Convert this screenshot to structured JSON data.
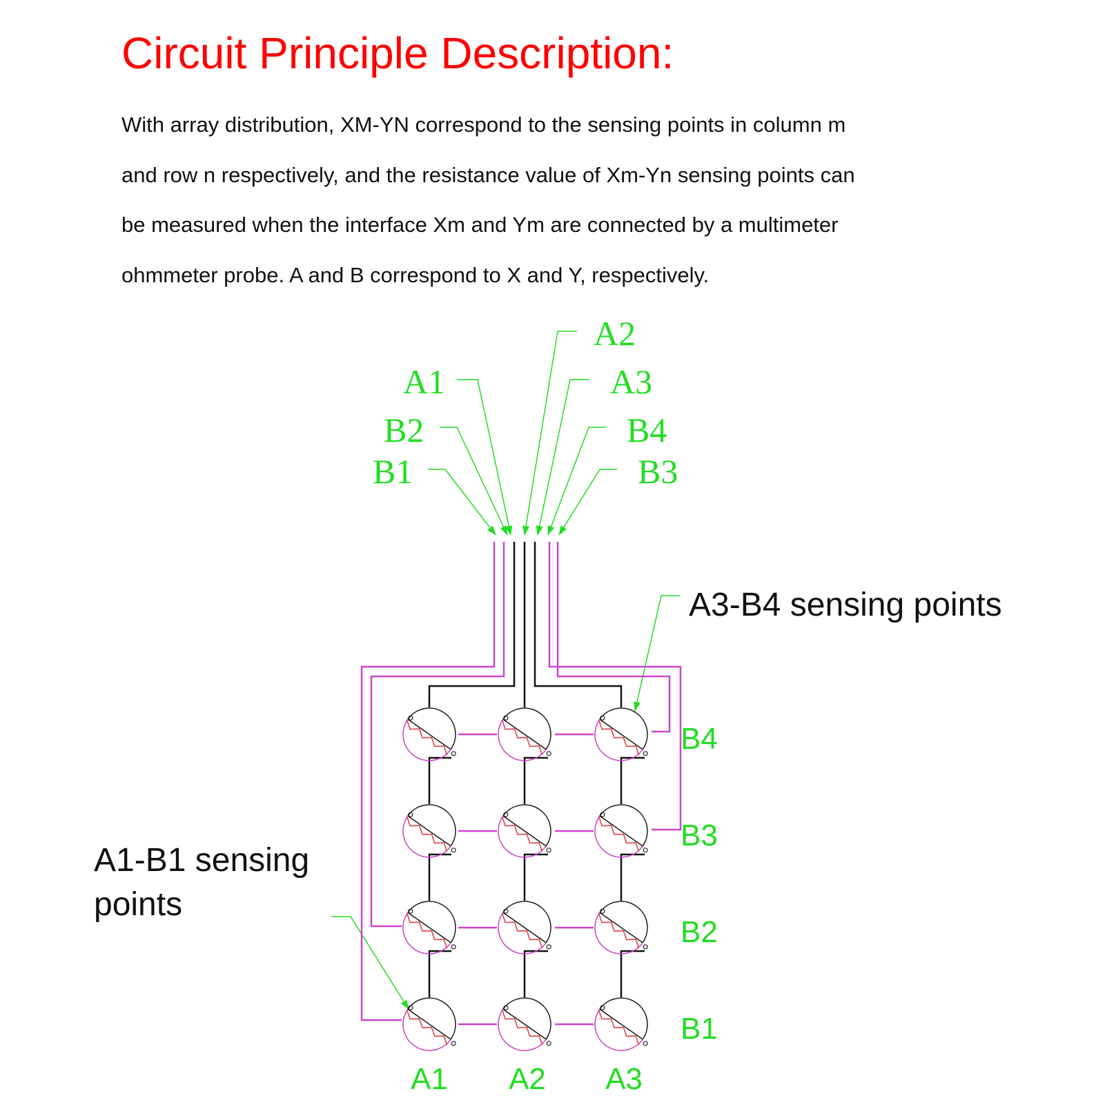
{
  "header": {
    "title": "Circuit Principle Description:",
    "description_lines": [
      "With array distribution, XM-YN correspond to the sensing points in column m",
      "and row n respectively, and the resistance value of Xm-Yn sensing points can",
      "be measured when the interface Xm and Ym are connected by a multimeter",
      "ohmmeter probe. A and B correspond to X and Y, respectively."
    ]
  },
  "diagram": {
    "connector_labels": {
      "a1": "A1",
      "a2": "A2",
      "a3": "A3",
      "b1": "B1",
      "b2": "B2",
      "b3": "B3",
      "b4": "B4"
    },
    "column_labels": [
      "A1",
      "A2",
      "A3"
    ],
    "row_labels": [
      "B4",
      "B3",
      "B2",
      "B1"
    ],
    "callouts": {
      "a3b4_line1": "A3-B4 sensing points",
      "a1b1_line1": "A1-B1 sensing",
      "a1b1_line2": "points"
    },
    "colors": {
      "title": "#ff0000",
      "label": "#22dd22",
      "row_wire": "#cc44cc",
      "column_wire": "#111111",
      "resistor": "#dd4444"
    }
  }
}
